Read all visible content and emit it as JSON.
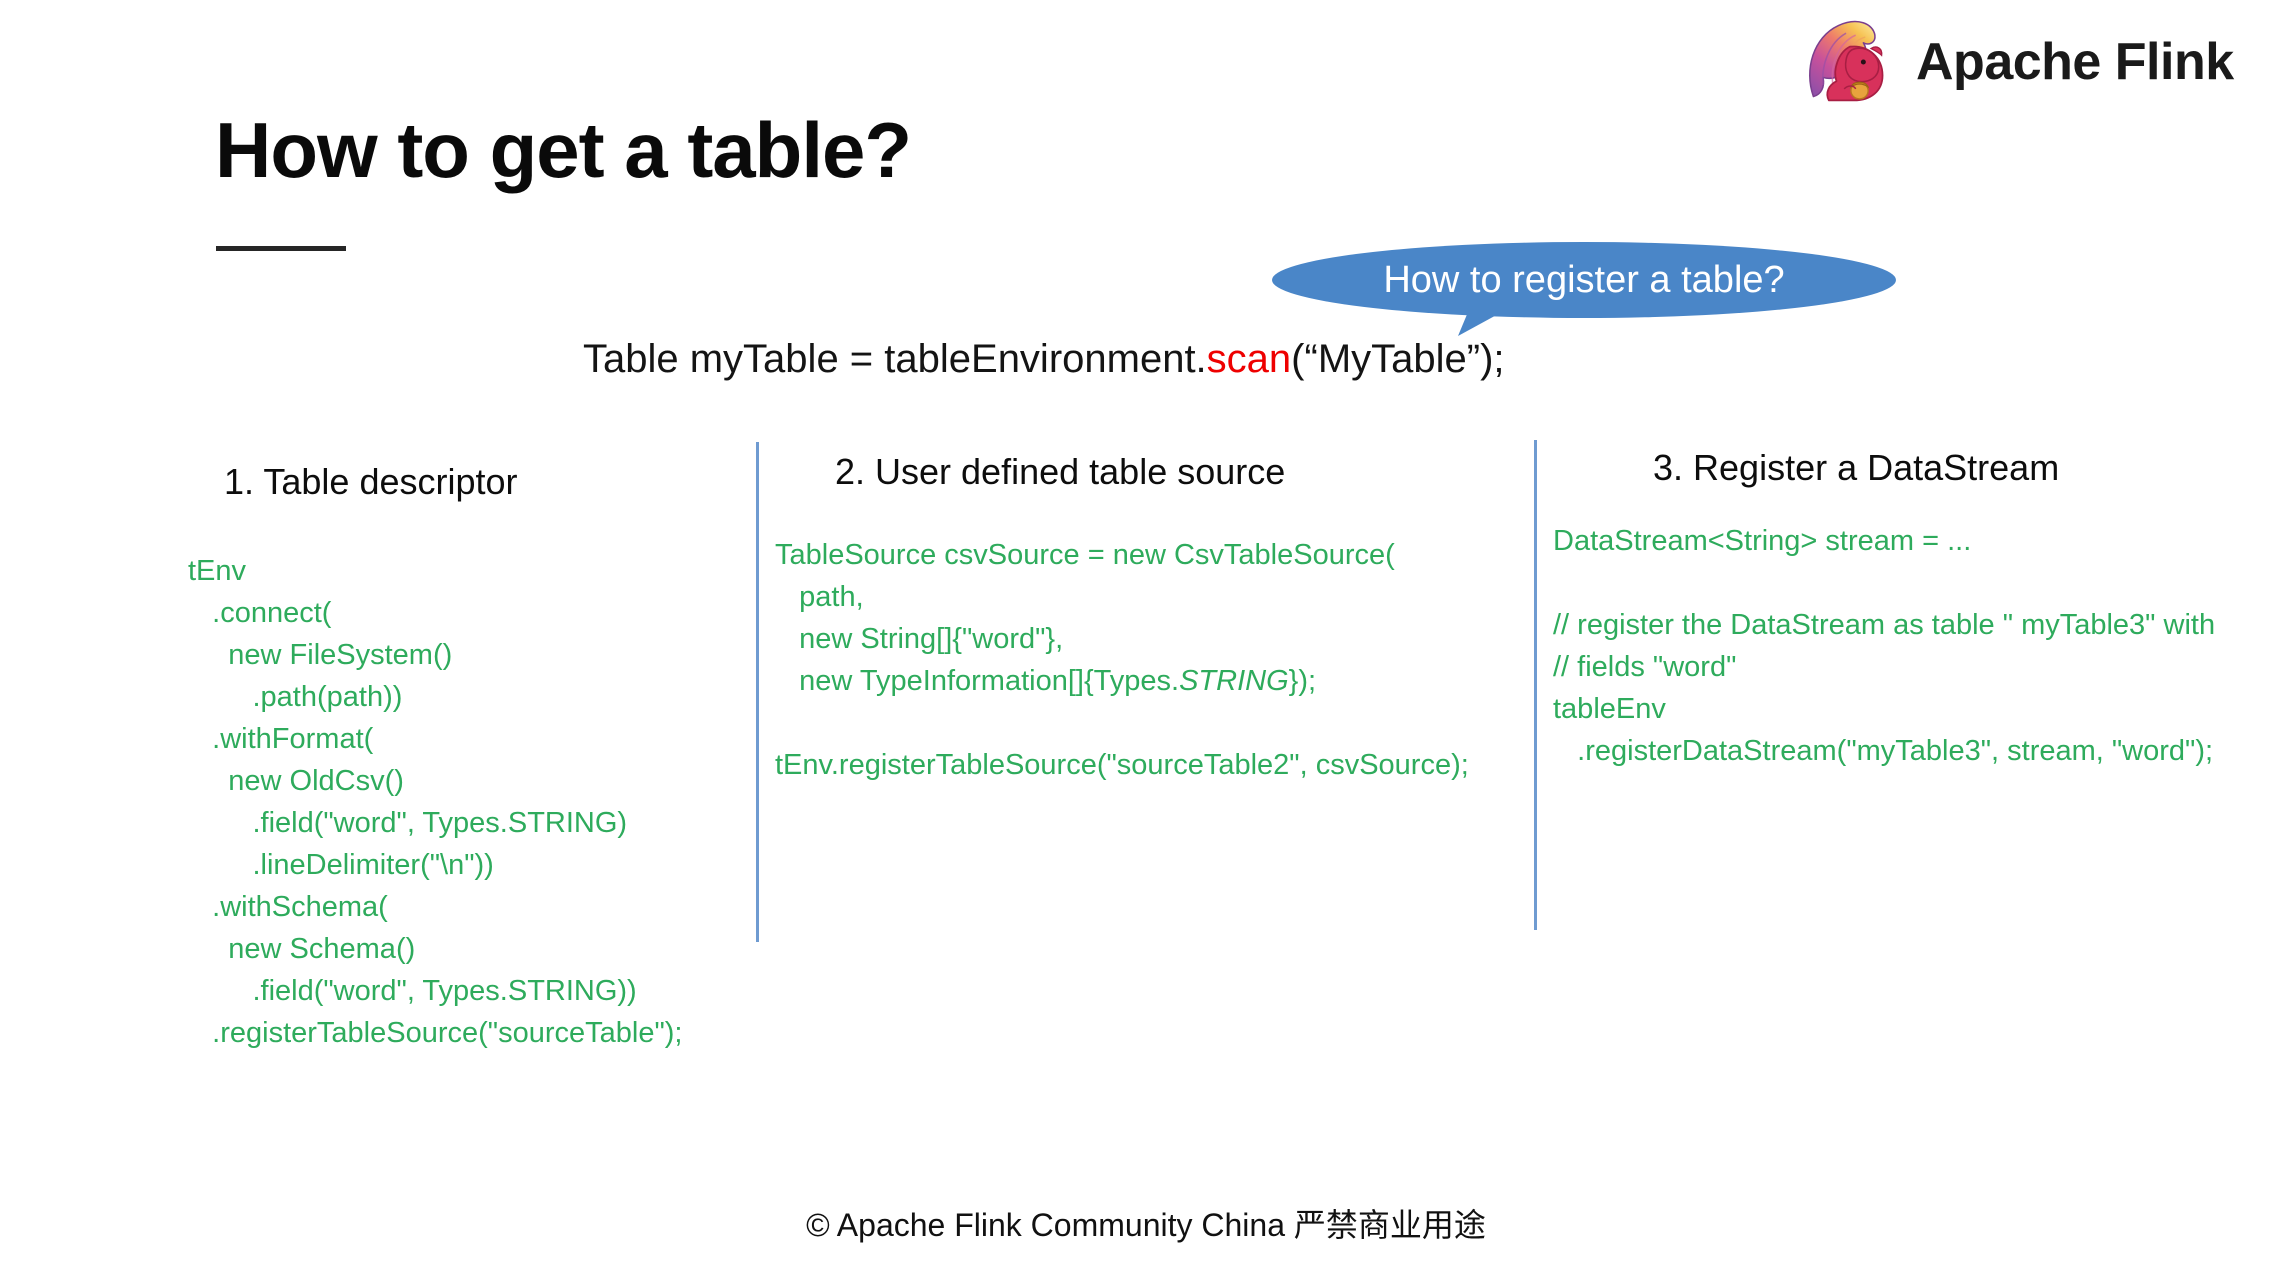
{
  "brand": {
    "name": "Apache Flink",
    "logo_icon": "flink-squirrel-icon",
    "colors": {
      "squirrel_body": "#D8315B",
      "tail_top": "#F5C14E",
      "tail_mid": "#E0629B",
      "tail_low": "#8E4FA8",
      "acorn": "#E8A33D"
    }
  },
  "slide": {
    "title": "How to get a table?",
    "callout": {
      "text": "How to register a table?",
      "fill": "#4A86C8",
      "text_color": "#FFFFFF"
    },
    "scan_statement": {
      "prefix": "Table myTable = tableEnvironment.",
      "keyword": "scan",
      "keyword_color": "#EE0000",
      "suffix": "(“MyTable”);"
    },
    "code_color": "#2EAB5C",
    "divider_color": "#6F9BD1"
  },
  "columns": [
    {
      "heading": "1. Table descriptor",
      "code": "tEnv\n   .connect(\n     new FileSystem()\n        .path(path))\n   .withFormat(\n     new OldCsv()\n        .field(\"word\", Types.STRING)\n        .lineDelimiter(\"\\n\"))\n   .withSchema(\n     new Schema()\n        .field(\"word\", Types.STRING))\n   .registerTableSource(\"sourceTable\");"
    },
    {
      "heading": "2. User defined table source",
      "code_part1": "TableSource csvSource = new CsvTableSource(\n   path,\n   new String[]{\"word\"},\n   new TypeInformation[]{Types.",
      "code_italic": "STRING",
      "code_part2": "});\n\ntEnv.registerTableSource(\"sourceTable2\", csvSource);"
    },
    {
      "heading": "3. Register a DataStream",
      "code": "DataStream<String> stream = ...\n\n// register the DataStream as table \" myTable3\" with\n// fields \"word\"\ntableEnv\n   .registerDataStream(\"myTable3\", stream, \"word\");"
    }
  ],
  "footer": {
    "text": "© Apache Flink Community China  严禁商业用途"
  }
}
